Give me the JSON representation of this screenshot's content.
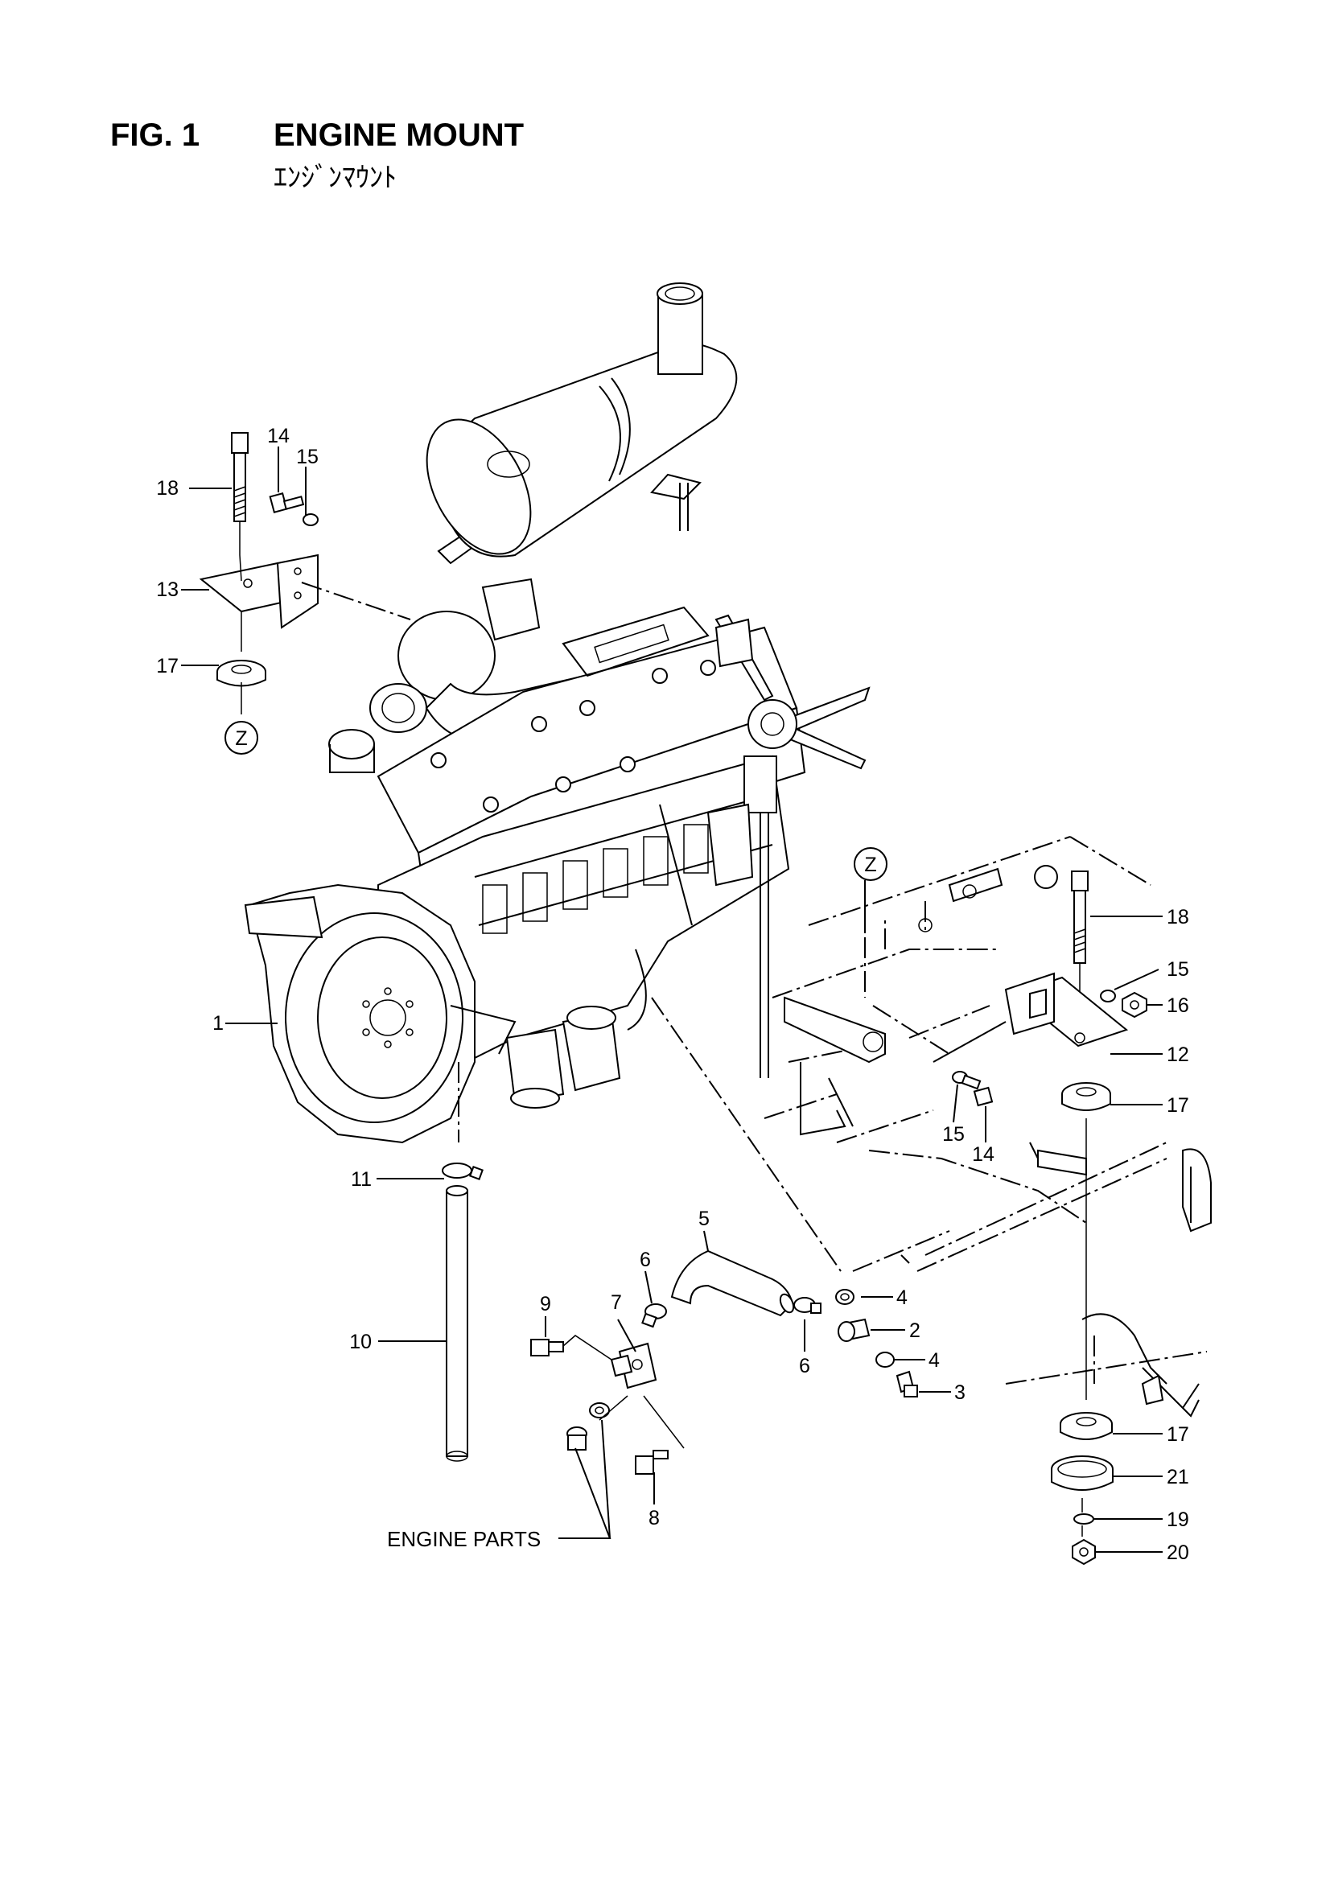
{
  "header": {
    "fig_number": "FIG. 1",
    "title": "ENGINE MOUNT",
    "subtitle": "ｴﾝｼﾞﾝﾏｳﾝﾄ"
  },
  "callouts": {
    "c1": "1",
    "c2": "2",
    "c3": "3",
    "c4a": "4",
    "c4b": "4",
    "c5": "5",
    "c6a": "6",
    "c6b": "6",
    "c7": "7",
    "c8": "8",
    "c9": "9",
    "c10": "10",
    "c11": "11",
    "c12": "12",
    "c13": "13",
    "c14a": "14",
    "c14b": "14",
    "c15a": "15",
    "c15b": "15",
    "c15c": "15",
    "c16": "16",
    "c17a": "17",
    "c17b": "17",
    "c17c": "17",
    "c18a": "18",
    "c18b": "18",
    "c19": "19",
    "c20": "20",
    "c21": "21"
  },
  "refs": {
    "z_left": "Z",
    "z_right": "Z"
  },
  "engine_parts_label": "ENGINE PARTS"
}
